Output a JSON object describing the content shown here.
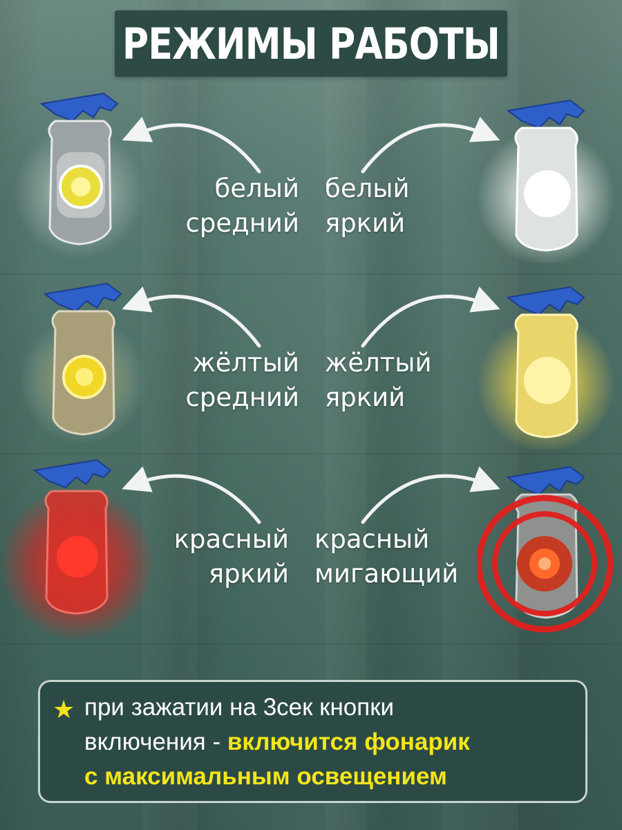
{
  "title": "РЕЖИМЫ РАБОТЫ",
  "modes": [
    {
      "line1": "белый",
      "line2": "средний"
    },
    {
      "line1": "белый",
      "line2": "яркий"
    },
    {
      "line1": "жёлтый",
      "line2": "средний"
    },
    {
      "line1": "жёлтый",
      "line2": "яркий"
    },
    {
      "line1": "красный",
      "line2": "яркий"
    },
    {
      "line1": "красный",
      "line2": "мигающий"
    }
  ],
  "note": {
    "star_icon": "star-icon",
    "line1": "при зажатии на 3сек кнопки",
    "line2_plain": "включения - ",
    "line2_highlight": "включится фонарик",
    "line3_highlight": "с максимальным освещением"
  },
  "colors": {
    "title_bg": "#2d4a45",
    "highlight": "#f5e51a",
    "clip_blue": "#2f5fc8",
    "white_light": "#ffffff",
    "yellow_light": "#f4d94a",
    "red_light": "#e0201c"
  }
}
